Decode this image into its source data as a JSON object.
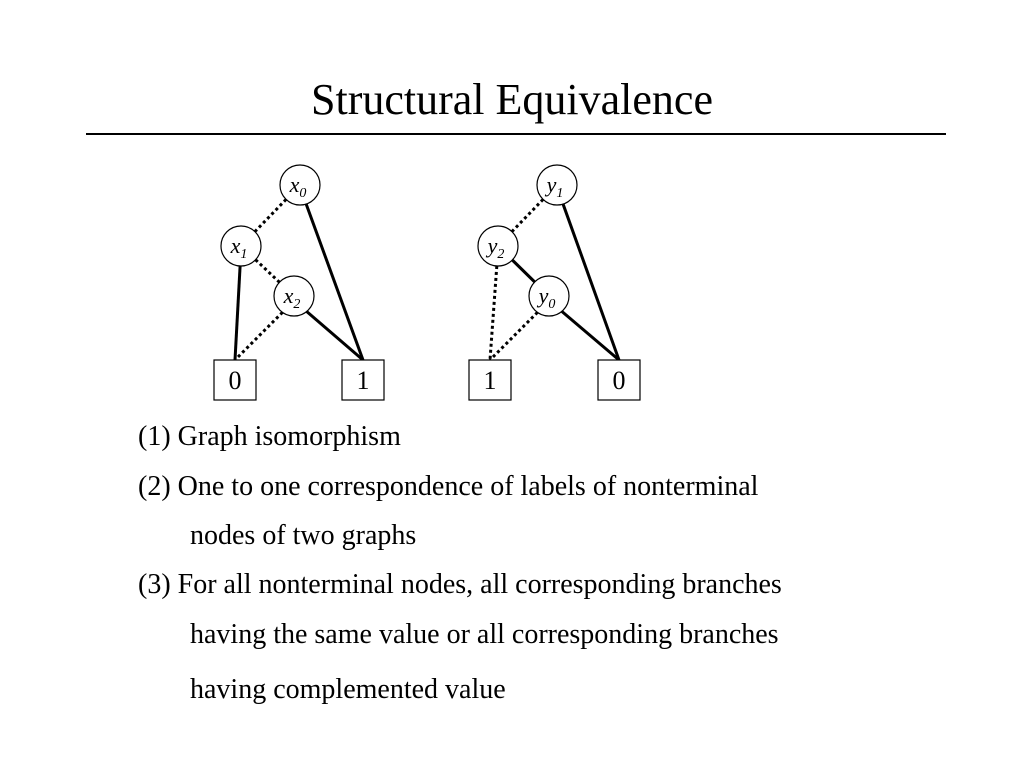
{
  "slide": {
    "title": "Structural Equivalence"
  },
  "graph_left": {
    "nodes": [
      {
        "id": "x0",
        "var": "x",
        "sub": "0"
      },
      {
        "id": "x1",
        "var": "x",
        "sub": "1"
      },
      {
        "id": "x2",
        "var": "x",
        "sub": "2"
      }
    ],
    "terminals": [
      {
        "id": "t0",
        "label": "0"
      },
      {
        "id": "t1",
        "label": "1"
      }
    ],
    "edges": [
      {
        "from": "x0",
        "to": "x1",
        "style": "dotted"
      },
      {
        "from": "x0",
        "to": "t1",
        "style": "solid"
      },
      {
        "from": "x1",
        "to": "x2",
        "style": "dotted"
      },
      {
        "from": "x1",
        "to": "t0",
        "style": "solid"
      },
      {
        "from": "x2",
        "to": "t0",
        "style": "dotted"
      },
      {
        "from": "x2",
        "to": "t1",
        "style": "solid"
      }
    ]
  },
  "graph_right": {
    "nodes": [
      {
        "id": "y1",
        "var": "y",
        "sub": "1"
      },
      {
        "id": "y2",
        "var": "y",
        "sub": "2"
      },
      {
        "id": "y0",
        "var": "y",
        "sub": "0"
      }
    ],
    "terminals": [
      {
        "id": "u1",
        "label": "1"
      },
      {
        "id": "u0",
        "label": "0"
      }
    ],
    "edges": [
      {
        "from": "y1",
        "to": "y2",
        "style": "dotted"
      },
      {
        "from": "y1",
        "to": "u0",
        "style": "solid"
      },
      {
        "from": "y2",
        "to": "y0",
        "style": "solid"
      },
      {
        "from": "y2",
        "to": "u1",
        "style": "dotted"
      },
      {
        "from": "y0",
        "to": "u1",
        "style": "dotted"
      },
      {
        "from": "y0",
        "to": "u0",
        "style": "solid"
      }
    ]
  },
  "conditions": {
    "item1": "(1) Graph isomorphism",
    "item2_line1": "(2) One to one correspondence of labels of nonterminal",
    "item2_line2": "nodes of two graphs",
    "item3_line1": "(3) For all nonterminal nodes, all corresponding branches",
    "item3_line2": "having the same value or all corresponding branches",
    "item3_line3": "having complemented value"
  }
}
